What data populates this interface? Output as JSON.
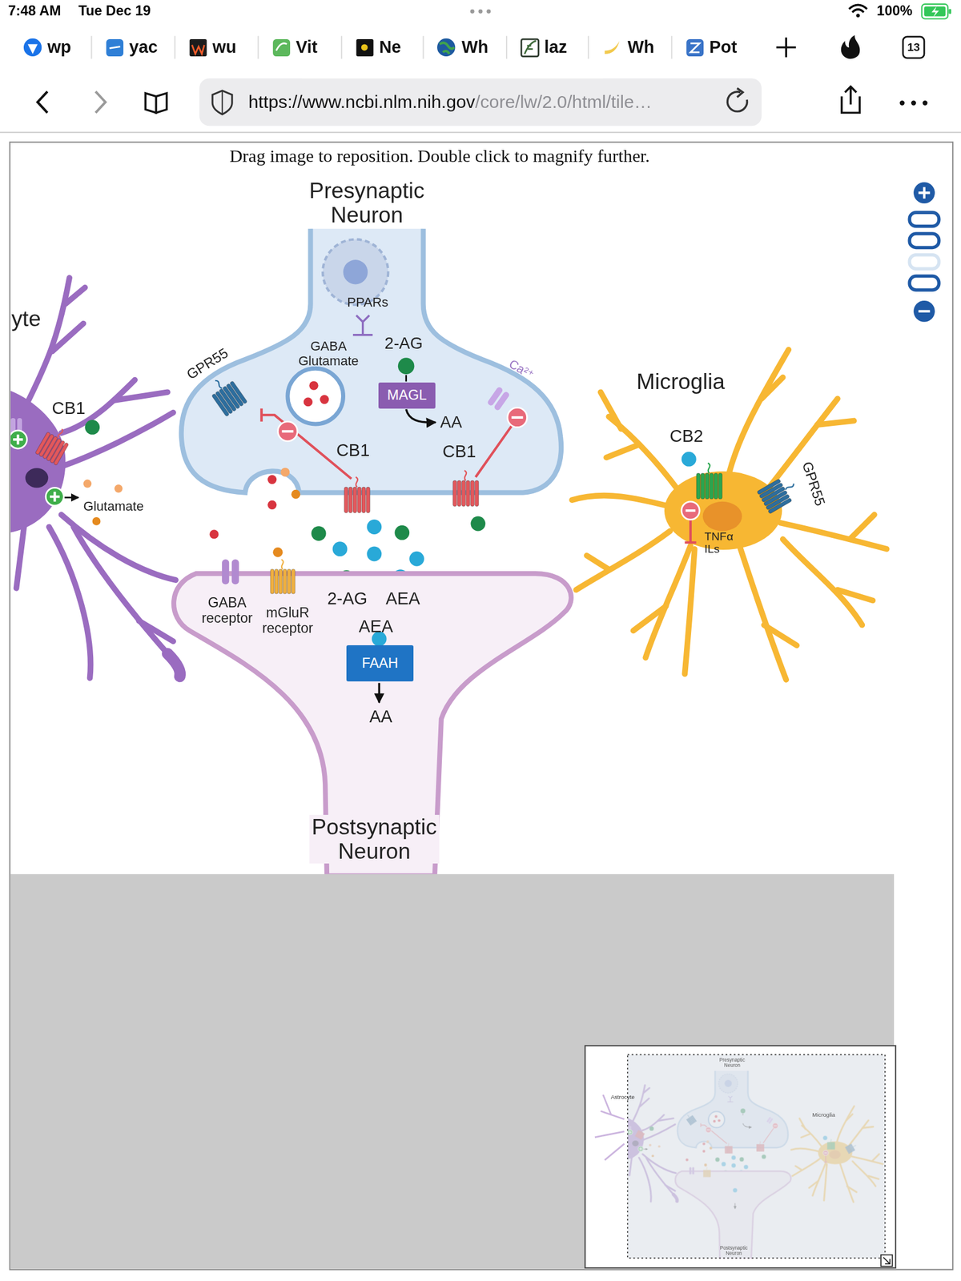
{
  "diagram": {
    "nodes": [
      {
        "text": [
          "Presynaptic Neuron"
        ]
      },
      {
        "text": [
          "MAGL"
        ],
        "in": 0
      },
      {
        "text": [
          "yte"
        ]
      },
      {
        "text": [
          "Microglia"
        ]
      },
      {
        "text": [
          "Postsynaptic Neuron"
        ]
      },
      {
        "text": [
          "FAAH"
        ],
        "in": 4
      }
    ],
    "labels": [
      "7:48 AM",
      "Tue Dec 19",
      "100%",
      "wp",
      "yac",
      "wu",
      "Vit",
      "Ne",
      "Wh",
      "laz",
      "Wh",
      "Pot",
      "13",
      "https://www.ncbi.nlm.nih.gov",
      "/core/lw/2.0/html/tile…",
      "Drag image to reposition. Double click to magnify further.",
      "CB1",
      "Glutamate",
      "GPR55",
      "GABA Glutamate",
      "PPARs",
      "2-AG",
      "AA",
      "Ca²⁺",
      "CB1",
      "CB1",
      "GABA receptor",
      "mGluR receptor",
      "2-AG",
      "AEA",
      "AEA",
      "AA",
      "CB2",
      "TNFα ILs",
      "GPR55",
      "Presynaptic Neuron",
      "Astrocyte",
      "Microglia",
      "Postsynaptic Neuron"
    ]
  }
}
